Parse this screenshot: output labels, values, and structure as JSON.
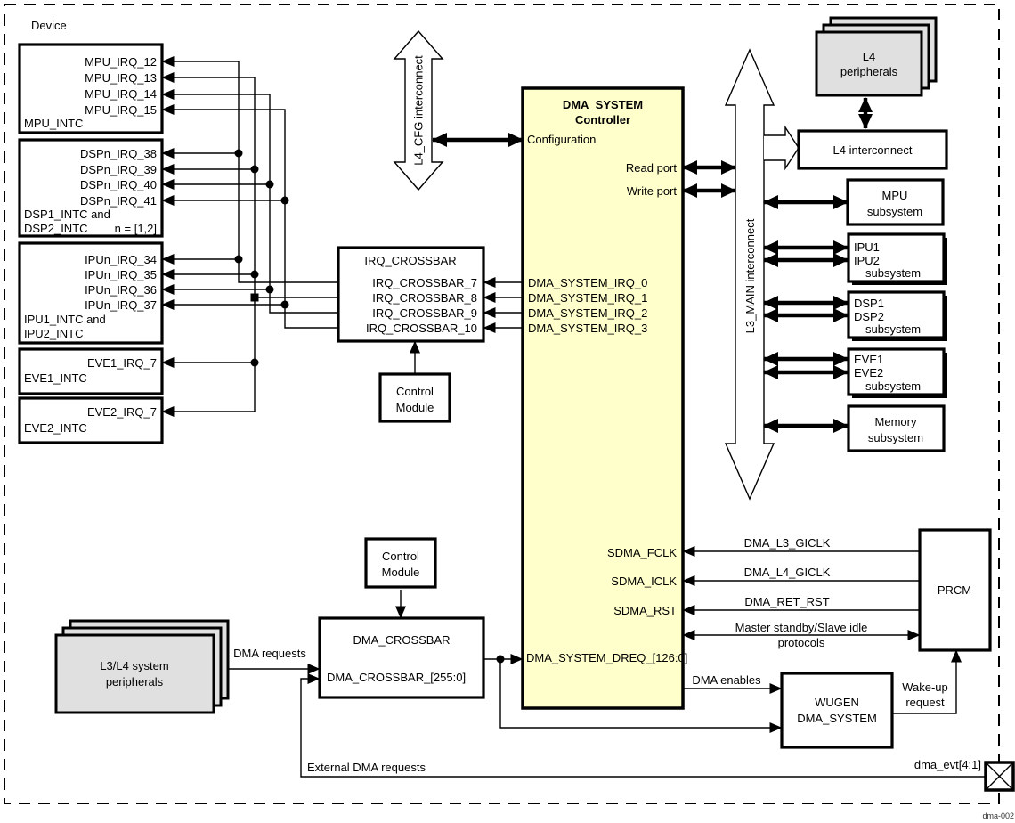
{
  "device_label": "Device",
  "watermark": "dma-002",
  "colors": {
    "box_yellow": "#ffffcc",
    "box_gray": "#e0e0e0",
    "line_black": "#000000"
  },
  "intc": {
    "mpu": {
      "title": "MPU_INTC",
      "irqs": [
        "MPU_IRQ_12",
        "MPU_IRQ_13",
        "MPU_IRQ_14",
        "MPU_IRQ_15"
      ]
    },
    "dsp": {
      "title1": "DSP1_INTC and",
      "title2": "DSP2_INTC",
      "note": "n = [1,2]",
      "irqs": [
        "DSPn_IRQ_38",
        "DSPn_IRQ_39",
        "DSPn_IRQ_40",
        "DSPn_IRQ_41"
      ]
    },
    "ipu": {
      "title1": "IPU1_INTC and",
      "title2": "IPU2_INTC",
      "irqs": [
        "IPUn_IRQ_34",
        "IPUn_IRQ_35",
        "IPUn_IRQ_36",
        "IPUn_IRQ_37"
      ]
    },
    "eve1": {
      "title": "EVE1_INTC",
      "irq": "EVE1_IRQ_7"
    },
    "eve2": {
      "title": "EVE2_INTC",
      "irq": "EVE2_IRQ_7"
    }
  },
  "irq_crossbar": {
    "title": "IRQ_CROSSBAR",
    "outputs": [
      "IRQ_CROSSBAR_7",
      "IRQ_CROSSBAR_8",
      "IRQ_CROSSBAR_9",
      "IRQ_CROSSBAR_10"
    ]
  },
  "control_module": {
    "line1": "Control",
    "line2": "Module"
  },
  "dma_system": {
    "title1": "DMA_SYSTEM",
    "title2": "Controller",
    "configuration": "Configuration",
    "read_port": "Read port",
    "write_port": "Write port",
    "irqs": [
      "DMA_SYSTEM_IRQ_0",
      "DMA_SYSTEM_IRQ_1",
      "DMA_SYSTEM_IRQ_2",
      "DMA_SYSTEM_IRQ_3"
    ],
    "sdma_fclk": "SDMA_FCLK",
    "sdma_iclk": "SDMA_ICLK",
    "sdma_rst": "SDMA_RST",
    "dreq": "DMA_SYSTEM_DREQ_[126:0]"
  },
  "interconnects": {
    "l4_cfg": "L4_CFG interconnect",
    "l3_main": "L3_MAIN interconnect",
    "l4": "L4 interconnect"
  },
  "right_column": {
    "l4_peripherals": {
      "line1": "L4",
      "line2": "peripherals"
    },
    "mpu": {
      "line1": "MPU",
      "line2": "subsystem"
    },
    "ipu": {
      "line1": "IPU1",
      "line2": "IPU2",
      "line3": "subsystem"
    },
    "dsp": {
      "line1": "DSP1",
      "line2": "DSP2",
      "line3": "subsystem"
    },
    "eve": {
      "line1": "EVE1",
      "line2": "EVE2",
      "line3": "subsystem"
    },
    "memory": {
      "line1": "Memory",
      "line2": "subsystem"
    }
  },
  "prcm": {
    "title": "PRCM",
    "sig_l3_giclk": "DMA_L3_GICLK",
    "sig_l4_giclk": "DMA_L4_GICLK",
    "sig_ret_rst": "DMA_RET_RST",
    "protocols1": "Master standby/Slave idle",
    "protocols2": "protocols"
  },
  "bottom": {
    "l3l4_line1": "L3/L4 system",
    "l3l4_line2": "peripherals",
    "dma_requests": "DMA requests",
    "dma_crossbar_title": "DMA_CROSSBAR",
    "dma_crossbar_range": "DMA_CROSSBAR_[255:0]",
    "dma_enables": "DMA enables",
    "wugen1": "WUGEN",
    "wugen2": "DMA_SYSTEM",
    "wakeup1": "Wake-up",
    "wakeup2": "request",
    "external": "External DMA requests",
    "dma_evt": "dma_evt[4:1]"
  }
}
